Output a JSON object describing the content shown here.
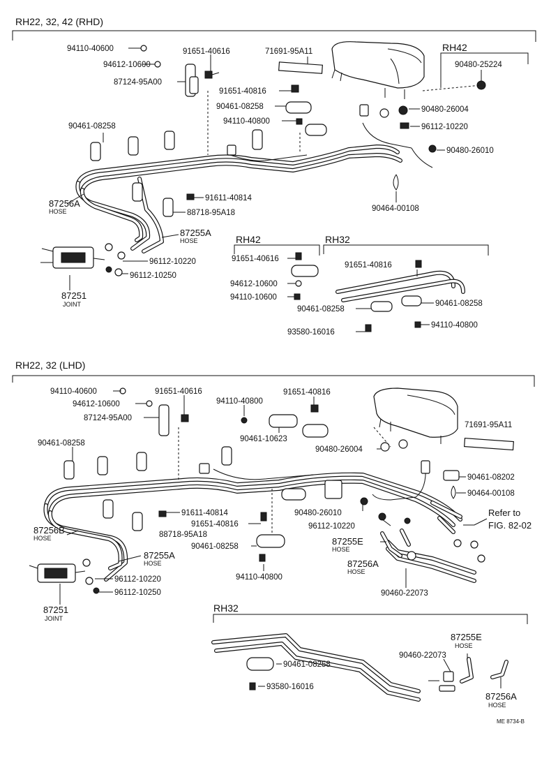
{
  "sections": {
    "rhd_title": "RH22, 32, 42 (RHD)",
    "lhd_title": "RH22, 32 (LHD)",
    "rh42": "RH42",
    "rh32": "RH32"
  },
  "rhd": {
    "p94110_40600": "94110-40600",
    "p94612_10600": "94612-10600",
    "p87124_95A00": "87124-95A00",
    "p91651_40616": "91651-40616",
    "p71691_95A11": "71691-95A11",
    "p90480_25224": "90480-25224",
    "p91651_40816": "91651-40816",
    "p90461_08258_a": "90461-08258",
    "p94110_40800": "94110-40800",
    "p90480_26004": "90480-26004",
    "p96112_10220_a": "96112-10220",
    "p90461_08258_b": "90461-08258",
    "p90480_26010": "90480-26010",
    "p91611_40814": "91611-40814",
    "p88718_95A18": "88718-95A18",
    "p90464_00108": "90464-00108",
    "p87256A": "87256A",
    "hose_87256A": "HOSE",
    "p87255A": "87255A",
    "hose_87255A": "HOSE",
    "p96112_10220_b": "96112-10220",
    "p96112_10250": "96112-10250",
    "p87251": "87251",
    "joint": "JOINT"
  },
  "rhd_rh42": {
    "p91651_40616": "91651-40616",
    "p94612_10600": "94612-10600",
    "p94110_10600": "94110-10600",
    "p90461_08258": "90461-08258",
    "p93580_16016": "93580-16016"
  },
  "rhd_rh32": {
    "p91651_40816": "91651-40816",
    "p90461_08258": "90461-08258",
    "p94110_40800": "94110-40800"
  },
  "lhd": {
    "p94110_40600": "94110-40600",
    "p94612_10600": "94612-10600",
    "p87124_95A00": "87124-95A00",
    "p91651_40616": "91651-40616",
    "p94110_40800_a": "94110-40800",
    "p91651_40816_a": "91651-40816",
    "p90461_10623": "90461-10623",
    "p90480_26004": "90480-26004",
    "p71691_95A11": "71691-95A11",
    "p90461_08258_a": "90461-08258",
    "p90461_08202": "90461-08202",
    "p90464_00108": "90464-00108",
    "p91611_40814": "91611-40814",
    "p90480_26010": "90480-26010",
    "refer_to": "Refer to",
    "fig": "FIG. 82-02",
    "p87256B": "87256B",
    "hose_87256B": "HOSE",
    "p88718_95A18": "88718-95A18",
    "p91651_40816_b": "91651-40816",
    "p96112_10220_a": "96112-10220",
    "p87255E": "87255E",
    "hose_87255E": "HOSE",
    "p90461_08258_b": "90461-08258",
    "p87256A": "87256A",
    "hose_87256A": "HOSE",
    "p87255A": "87255A",
    "hose_87255A": "HOSE",
    "p94110_40800_b": "94110-40800",
    "p96112_10220_b": "96112-10220",
    "p90460_22073": "90460-22073",
    "p96112_10250": "96112-10250",
    "p87251": "87251",
    "joint": "JOINT"
  },
  "lhd_rh32": {
    "p87255E": "87255E",
    "hose_87255E": "HOSE",
    "p90460_22073": "90460-22073",
    "p90461_08258": "90461-08258",
    "p93580_16016": "93580-16016",
    "p87256A": "87256A",
    "hose_87256A": "HOSE"
  },
  "footer": {
    "code": "ME 8734-B"
  }
}
